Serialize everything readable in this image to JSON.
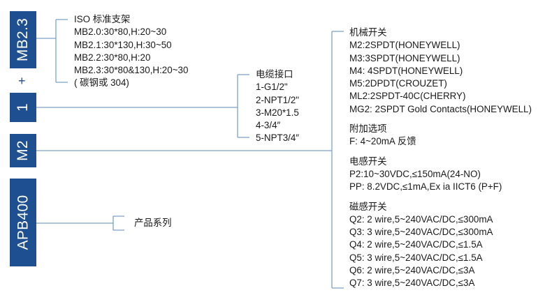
{
  "boxes": {
    "mb": "MB2.3",
    "plus": "+",
    "one": "1",
    "m2": "M2",
    "apb": "APB400"
  },
  "bracket": {
    "title": "ISO 标准支架",
    "lines": [
      "MB2.0:30*80,H:20~30",
      "MB2.1:30*130,H:30~50",
      "MB2.2:30*80,H:20",
      "MB2.3:30*80&130,H:20~30",
      "( 碳钢或 304)"
    ]
  },
  "conduit": {
    "title": "电缆接口",
    "lines": [
      "1-G1/2\"",
      "2-NPT1/2\"",
      "3-M20*1.5",
      "4-3/4″",
      "5-NPT3/4″"
    ]
  },
  "product": {
    "label": "产品系列"
  },
  "switches": {
    "mechanical": {
      "title": "机械开关",
      "lines": [
        "M2:2SPDT(HONEYWELL)",
        "M3:3SPDT(HONEYWELL)",
        "M4: 4SPDT(HONEYWELL)",
        "M5:2DPDT(CROUZET)",
        "ML2:2SPDT-40C(CHERRY)",
        "MG2: 2SPDT Gold Contacts(HONEYWELL)"
      ]
    },
    "addon": {
      "title": "附加选项",
      "lines": [
        "F: 4~20mA 反馈"
      ]
    },
    "inductive": {
      "title": "电感开关",
      "lines": [
        "P2:10~30VDC,≤150mA(24-NO)",
        "PP: 8.2VDC,≤1mA,Ex ia IICT6 (P+F)"
      ]
    },
    "magnetic": {
      "title": "磁感开关",
      "lines": [
        "Q2: 2 wire,5~240VAC/DC,≤300mA",
        "Q3: 3 wire,5~240VAC/DC,≤300mA",
        "Q4: 2 wire,5~240VAC/DC,≤1.5A",
        "Q5: 3 wire,5~240VAC/DC,≤1.5A",
        "Q6: 2 wire,5~240VAC/DC,≤3A",
        "Q7: 3 wire,5~240VAC/DC,≤3A"
      ]
    }
  },
  "colors": {
    "box": "#1d4f91",
    "line": "#7ea0c8",
    "text": "#1a1a1a"
  }
}
